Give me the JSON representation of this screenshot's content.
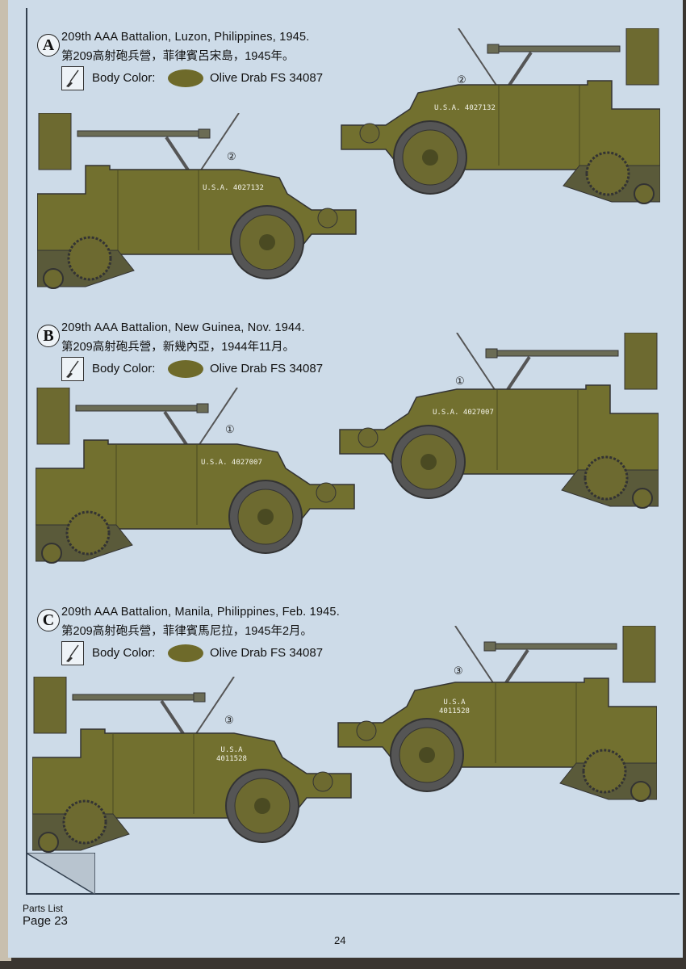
{
  "colors": {
    "page": "#cddbe8",
    "olive_drab": "#6e6a2a",
    "frame": "#33404f"
  },
  "sections": [
    {
      "letter": "A",
      "title_en": "209th AAA Battalion, Luzon, Philippines, 1945.",
      "title_zh": "第209高射砲兵營，菲律賓呂宋島，1945年。",
      "body_color_label": "Body Color:",
      "color_name": "Olive Drab FS 34087",
      "marker": "②",
      "serial_left": "U.S.A. 4027132",
      "serial_right": "U.S.A. 4027132"
    },
    {
      "letter": "B",
      "title_en": "209th AAA Battalion, New Guinea, Nov. 1944.",
      "title_zh": "第209高射砲兵營，新幾內亞，1944年11月。",
      "body_color_label": "Body Color:",
      "color_name": "Olive Drab FS 34087",
      "marker": "①",
      "serial_left": "U.S.A. 4027007",
      "serial_right": "U.S.A. 4027007"
    },
    {
      "letter": "C",
      "title_en": "209th AAA Battalion, Manila, Philippines, Feb. 1945.",
      "title_zh": "第209高射砲兵營，菲律賓馬尼拉，1945年2月。",
      "body_color_label": "Body Color:",
      "color_name": "Olive Drab FS 34087",
      "marker": "③",
      "serial_left": "U.S.A\n4011528",
      "serial_right": "U.S.A\n4011528"
    }
  ],
  "footer": {
    "parts_list": "Parts List",
    "parts_page": "Page 23",
    "page_number": "24"
  }
}
